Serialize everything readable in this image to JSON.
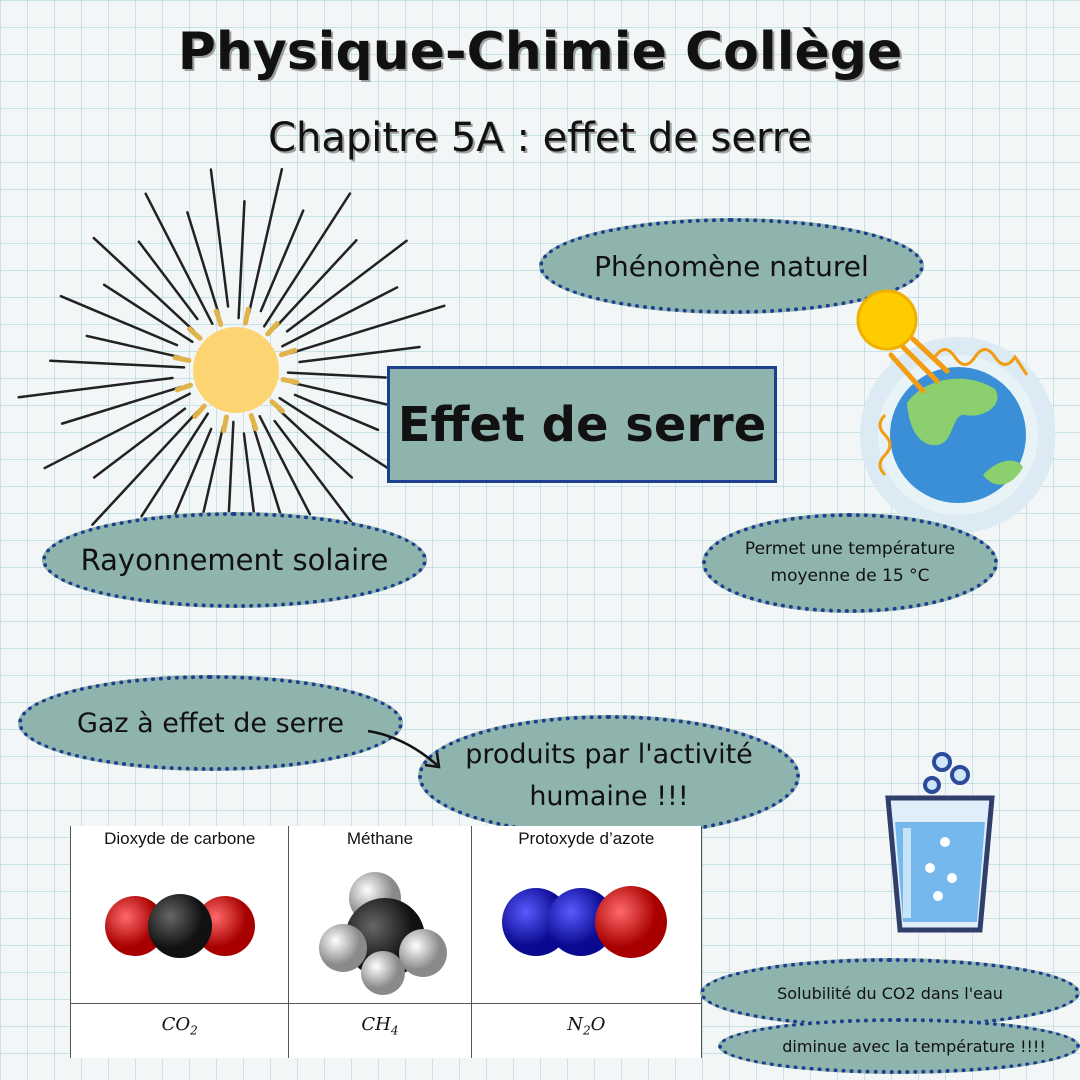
{
  "header": {
    "title": "Physique-Chimie Collège",
    "subtitle": "Chapitre 5A : effet de serre"
  },
  "central": {
    "label": "Effet de serre"
  },
  "bubbles": {
    "solar": "Rayonnement solaire",
    "natural": "Phénomène naturel",
    "temperature_line1": "Permet une température",
    "temperature_line2": "moyenne de 15 °C",
    "gas": "Gaz à effet de serre",
    "human_line1": "produits par l'activité",
    "human_line2": "humaine !!!",
    "solubility": "Solubilité du CO2 dans l'eau",
    "decrease": "diminue avec la température !!!!"
  },
  "molecules": {
    "headers": [
      "Dioxyde de carbone",
      "Méthane",
      "Protoxyde d’azote"
    ],
    "formulas": [
      {
        "base": "CO",
        "sub": "2"
      },
      {
        "base": "CH",
        "sub": "4"
      },
      {
        "base": "N",
        "sub": "2",
        "tail": "O"
      }
    ]
  },
  "colors": {
    "bubble": "#8fb3ad",
    "border": "#1d3f8f",
    "sun": "#fcd572",
    "earth_water": "#3a8fd6",
    "earth_land": "#8ccf6e"
  },
  "icons": [
    "sun-rays-icon",
    "earth-sun-icon",
    "water-glass-icon",
    "arrow-icon"
  ]
}
